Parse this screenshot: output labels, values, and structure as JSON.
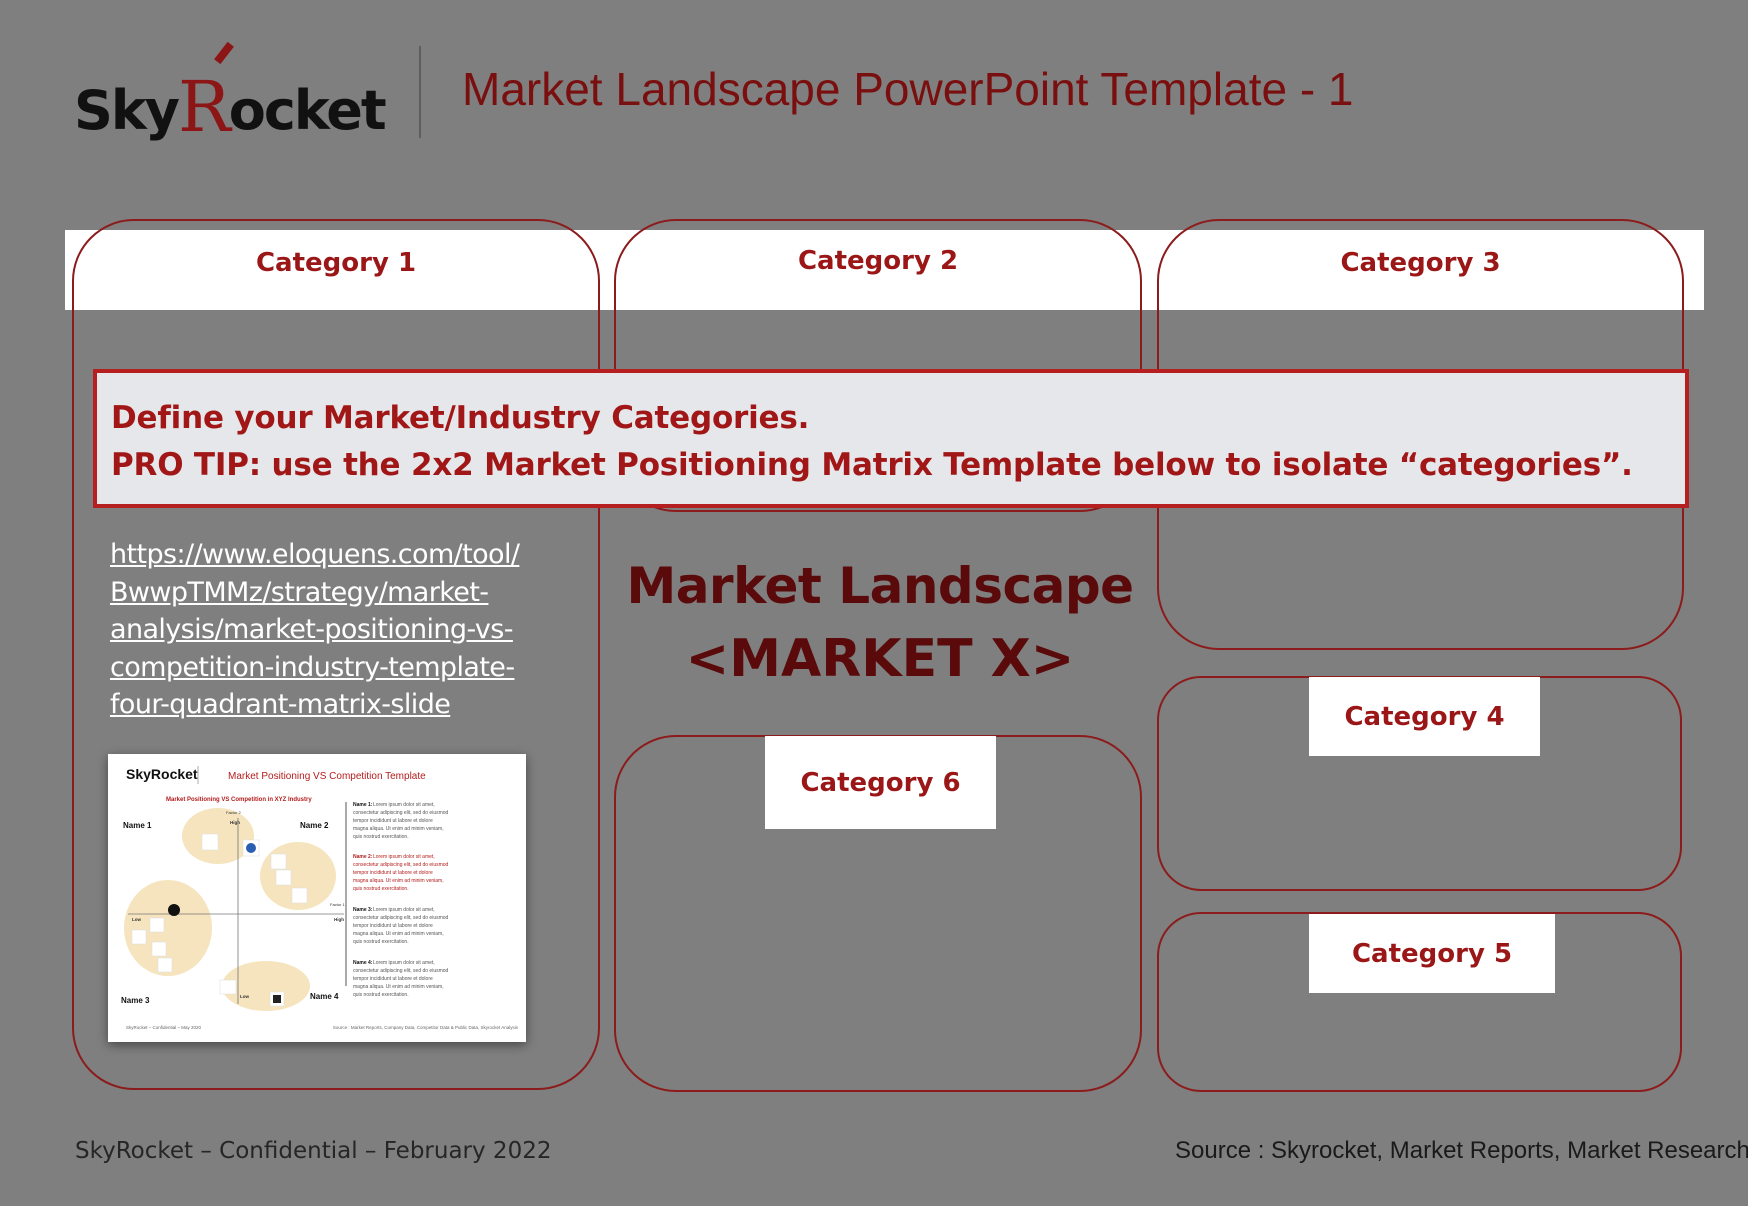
{
  "header": {
    "logo": "SkyRocket",
    "title": "Market Landscape PowerPoint Template - 1"
  },
  "categories": {
    "c1": "Category 1",
    "c2": "Category 2",
    "c3": "Category 3",
    "c4": "Category 4",
    "c5": "Category 5",
    "c6": "Category 6"
  },
  "tip": {
    "line1": "Define your Market/Industry Categories.",
    "line2": "PRO TIP: use the 2x2 Market Positioning Matrix Template below to isolate “categories”."
  },
  "link": {
    "lines": [
      "https://www.eloquens.com/tool/",
      "BwwpTMMz/strategy/market-",
      "analysis/market-positioning-vs-",
      "competition-industry-template-",
      "four-quadrant-matrix-slide"
    ]
  },
  "landscape": {
    "line1": "Market Landscape",
    "line2": "<MARKET X>"
  },
  "thumbnail": {
    "logo": "SkyRocket",
    "title": "Market Positioning VS Competition Template",
    "subtitle": "Market Positioning VS Competition in XYZ Industry",
    "quadrants": [
      "Name 1",
      "Name 2",
      "Name 3",
      "Name 4"
    ],
    "axis": {
      "factor2": "Factor 2",
      "factor1": "Factor 1",
      "high": "High",
      "low": "Low"
    },
    "notes": [
      {
        "label": "Name 1:",
        "text": [
          "Lorem ipsum dolor sit amet,",
          "consectetur adipiscing elit, sed do eiusmod",
          "tempor incididunt ut labore et dolore",
          "magna aliqua. Ut enim ad minim veniam,",
          "quis nostrud exercitation."
        ]
      },
      {
        "label": "Name 2:",
        "text": [
          "Lorem ipsum dolor sit amet,",
          "consectetur adipiscing elit, sed do eiusmod",
          "tempor incididunt ut labore et dolore",
          "magna aliqua. Ut enim ad minim veniam,",
          "quis nostrud exercitation."
        ]
      },
      {
        "label": "Name 3:",
        "text": [
          "Lorem ipsum dolor sit amet,",
          "consectetur adipiscing elit, sed do eiusmod",
          "tempor incididunt ut labore et dolore",
          "magna aliqua. Ut enim ad minim veniam,",
          "quis nostrud exercitation."
        ]
      },
      {
        "label": "Name 4:",
        "text": [
          "Lorem ipsum dolor sit amet,",
          "consectetur adipiscing elit, sed do eiusmod",
          "tempor incididunt ut labore et dolore",
          "magna aliqua. Ut enim ad minim veniam,",
          "quis nostrud exercitation."
        ]
      }
    ],
    "footer_left": "SkyRocket – Confidential – May 2020",
    "footer_right": "Source : Market Reports, Company Data, Competitor Data & Public Data, Skyrocket Analysis"
  },
  "footer": {
    "left": "SkyRocket – Confidential – February 2022",
    "right": "Source : Skyrocket, Market Reports, Market Research"
  },
  "colors": {
    "background": "#7f7f7f",
    "accent": "#9b1616",
    "tip_bg": "#e6e7ea",
    "highlight": "#f5e4bd"
  }
}
